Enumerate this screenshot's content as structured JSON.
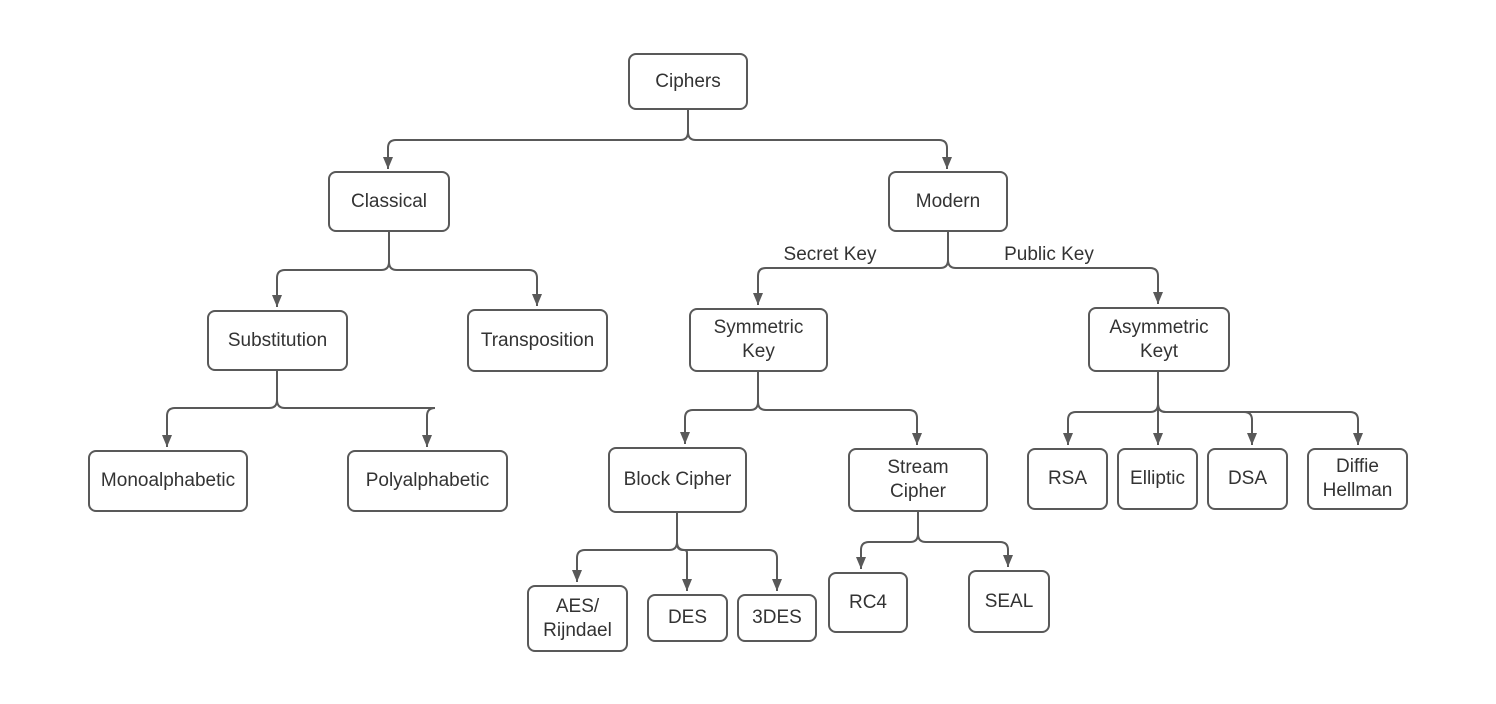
{
  "diagram": {
    "background": "#ffffff",
    "stroke_color": "#595959",
    "text_color": "#333333",
    "nodes": {
      "ciphers": {
        "label": "Ciphers"
      },
      "classical": {
        "label": "Classical"
      },
      "modern": {
        "label": "Modern"
      },
      "substitution": {
        "label": "Substitution"
      },
      "transposition": {
        "label": "Transposition"
      },
      "monoalphabetic": {
        "label": "Monoalphabetic"
      },
      "polyalphabetic": {
        "label": "Polyalphabetic"
      },
      "symmetric_key": {
        "lines": [
          "Symmetric",
          "Key"
        ]
      },
      "asymmetric_keyt": {
        "lines": [
          "Asymmetric",
          "Keyt"
        ]
      },
      "block_cipher": {
        "label": "Block Cipher"
      },
      "stream_cipher": {
        "lines": [
          "Stream",
          "Cipher"
        ]
      },
      "aes_rijndael": {
        "lines": [
          "AES/",
          "Rijndael"
        ]
      },
      "des": {
        "label": "DES"
      },
      "3des": {
        "label": "3DES"
      },
      "rc4": {
        "label": "RC4"
      },
      "seal": {
        "label": "SEAL"
      },
      "rsa": {
        "label": "RSA"
      },
      "elliptic": {
        "label": "Elliptic"
      },
      "dsa": {
        "label": "DSA"
      },
      "diffie_hellman": {
        "lines": [
          "Diffie",
          "Hellman"
        ]
      }
    },
    "edges": [
      {
        "from": "ciphers",
        "to": "classical",
        "label": ""
      },
      {
        "from": "ciphers",
        "to": "modern",
        "label": ""
      },
      {
        "from": "classical",
        "to": "substitution",
        "label": ""
      },
      {
        "from": "classical",
        "to": "transposition",
        "label": ""
      },
      {
        "from": "modern",
        "to": "symmetric_key",
        "label": "Secret Key"
      },
      {
        "from": "modern",
        "to": "asymmetric_keyt",
        "label": "Public Key"
      },
      {
        "from": "substitution",
        "to": "monoalphabetic",
        "label": ""
      },
      {
        "from": "substitution",
        "to": "polyalphabetic",
        "label": ""
      },
      {
        "from": "symmetric_key",
        "to": "block_cipher",
        "label": ""
      },
      {
        "from": "symmetric_key",
        "to": "stream_cipher",
        "label": ""
      },
      {
        "from": "block_cipher",
        "to": "aes_rijndael",
        "label": ""
      },
      {
        "from": "block_cipher",
        "to": "des",
        "label": ""
      },
      {
        "from": "block_cipher",
        "to": "3des",
        "label": ""
      },
      {
        "from": "stream_cipher",
        "to": "rc4",
        "label": ""
      },
      {
        "from": "stream_cipher",
        "to": "seal",
        "label": ""
      },
      {
        "from": "asymmetric_keyt",
        "to": "rsa",
        "label": ""
      },
      {
        "from": "asymmetric_keyt",
        "to": "elliptic",
        "label": ""
      },
      {
        "from": "asymmetric_keyt",
        "to": "dsa",
        "label": ""
      },
      {
        "from": "asymmetric_keyt",
        "to": "diffie_hellman",
        "label": ""
      }
    ]
  }
}
